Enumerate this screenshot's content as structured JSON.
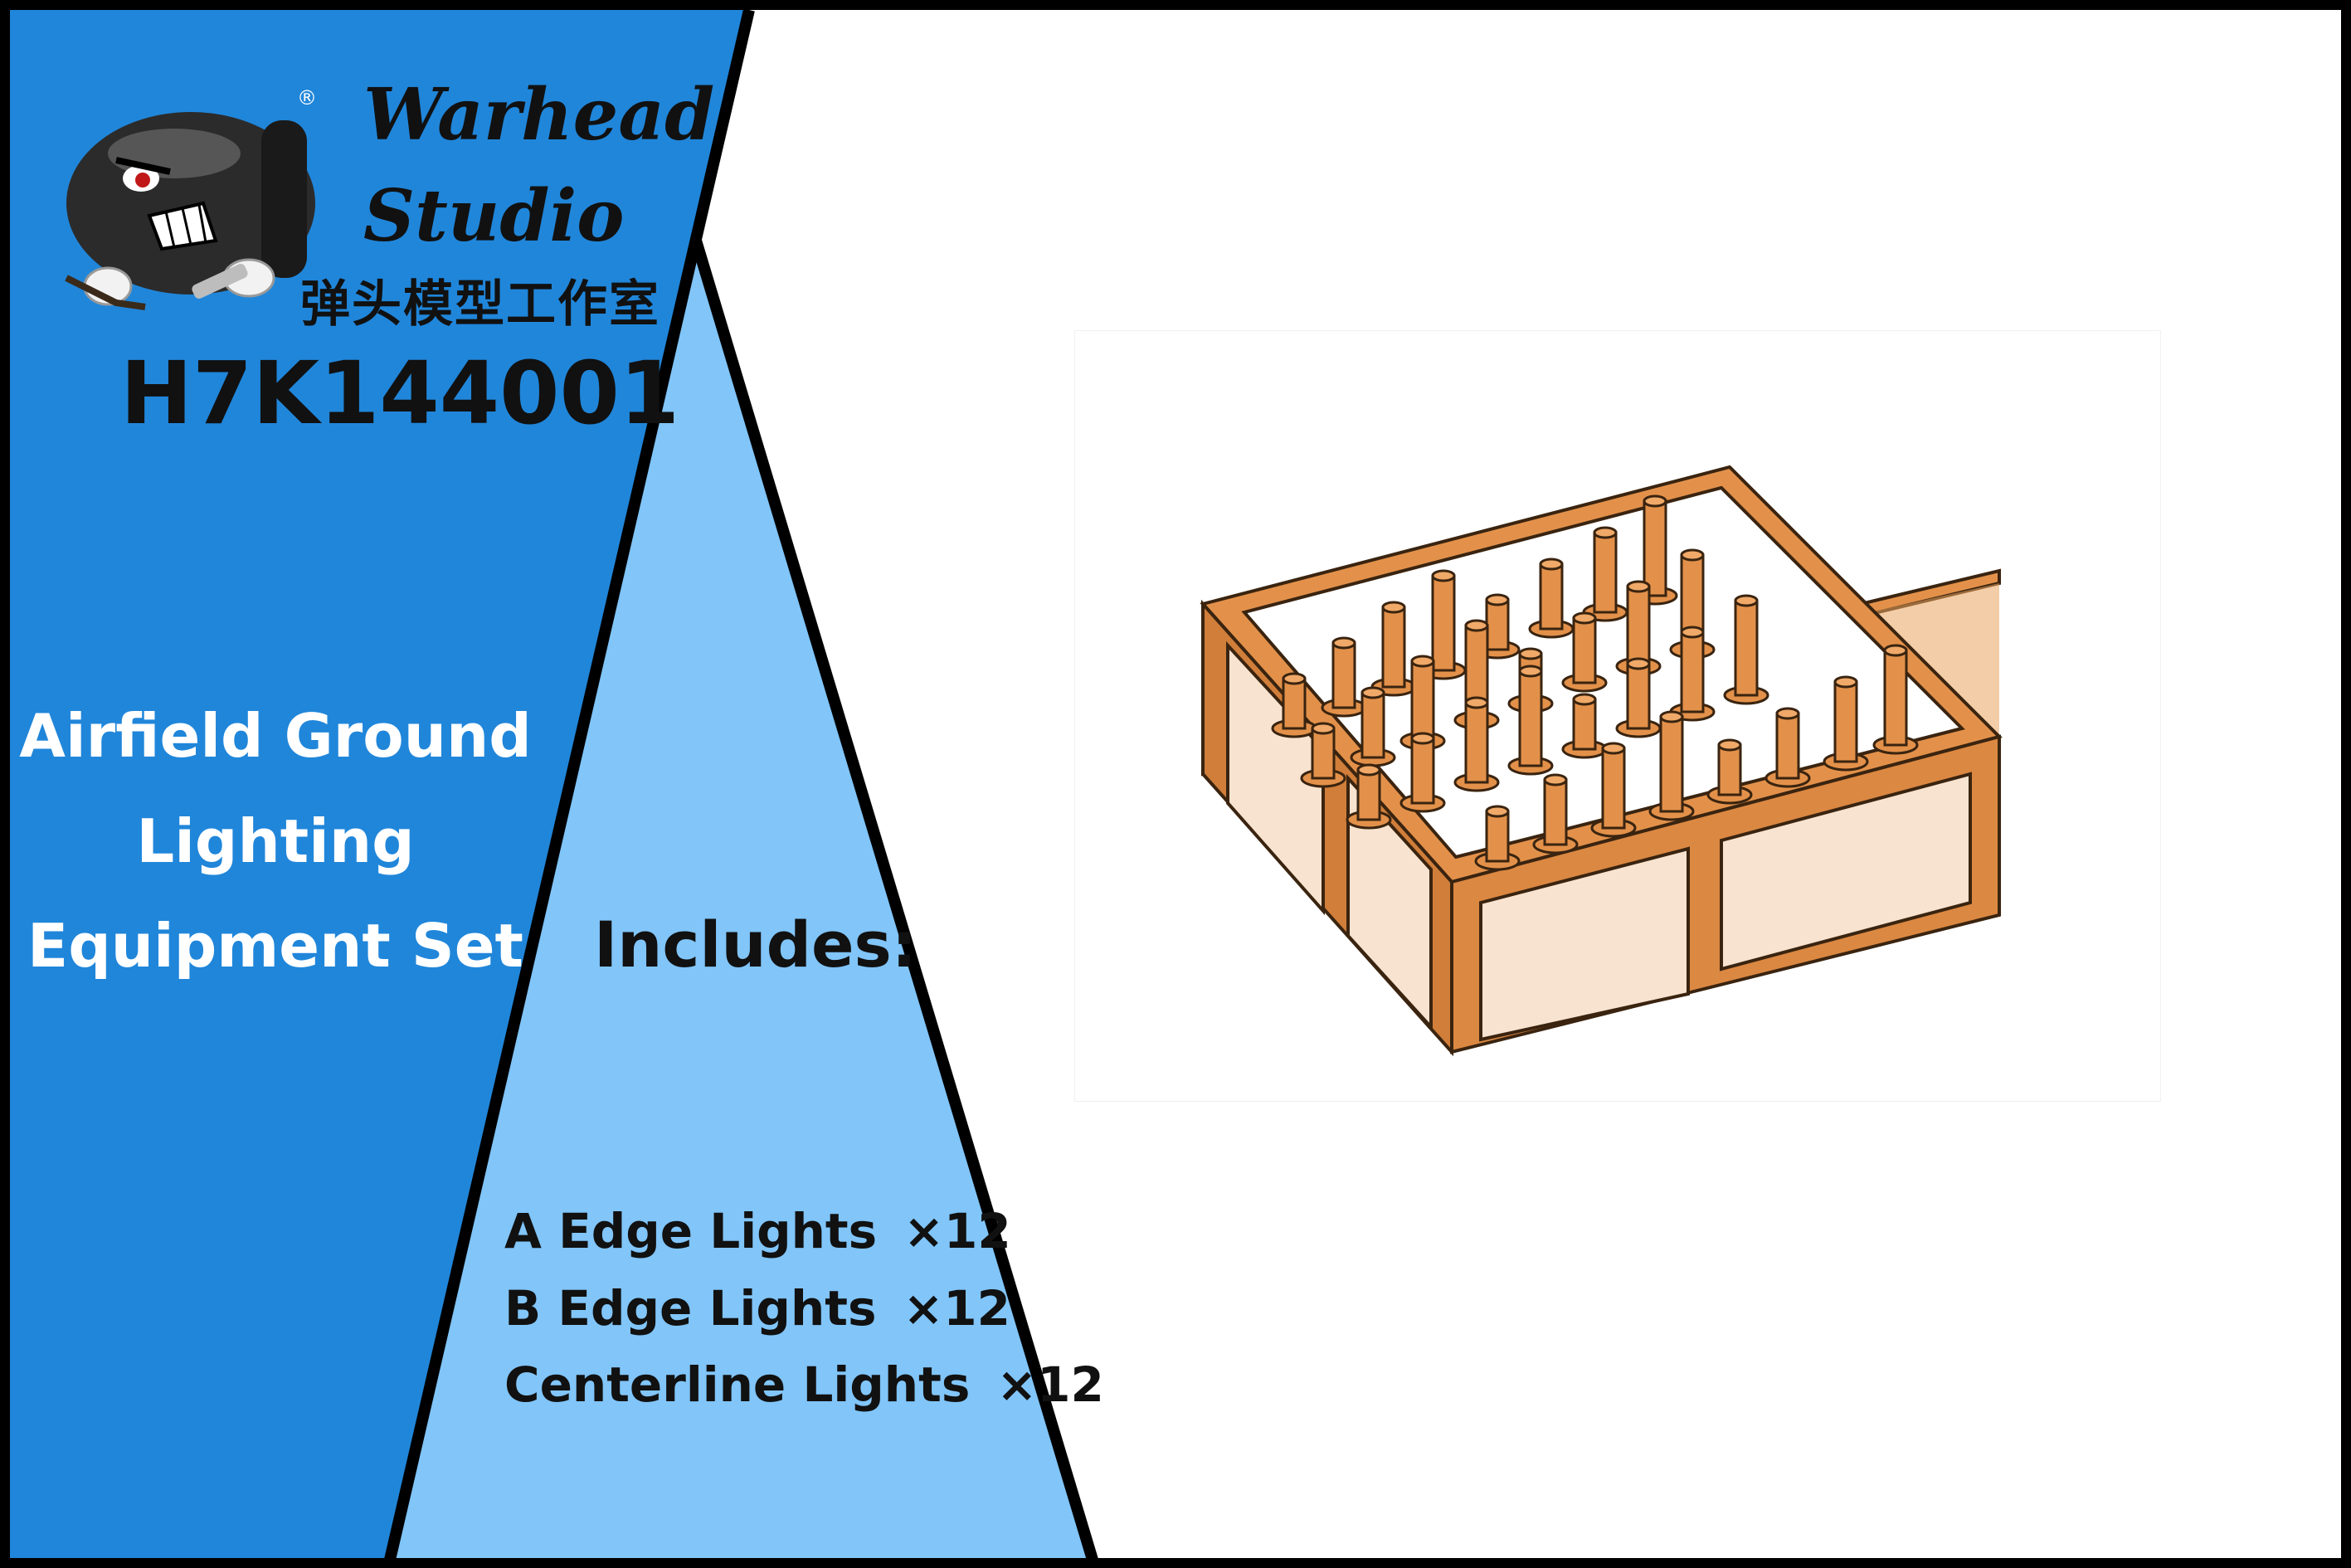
{
  "brand": {
    "name_line1": "Warhead",
    "name_line2": "Studio",
    "name_cn": "弹头模型工作室",
    "registered_mark": "®",
    "mascot_icon": "bullet-mascot-icon"
  },
  "product": {
    "code": "H7K144001",
    "title_line1": "Airfield Ground",
    "title_line2": "Lighting",
    "title_line3": "Equipment Set"
  },
  "contents": {
    "heading": "Includes:",
    "items": [
      {
        "name": "A Edge Lights",
        "qty": "×12"
      },
      {
        "name": "B Edge Lights",
        "qty": "×12"
      },
      {
        "name": "Centerline Lights",
        "qty": "×12"
      }
    ]
  },
  "colors": {
    "panel_dark_blue": "#2086DA",
    "panel_light_blue": "#81C5F9",
    "border": "#000000",
    "model_orange": "#E3914A"
  }
}
